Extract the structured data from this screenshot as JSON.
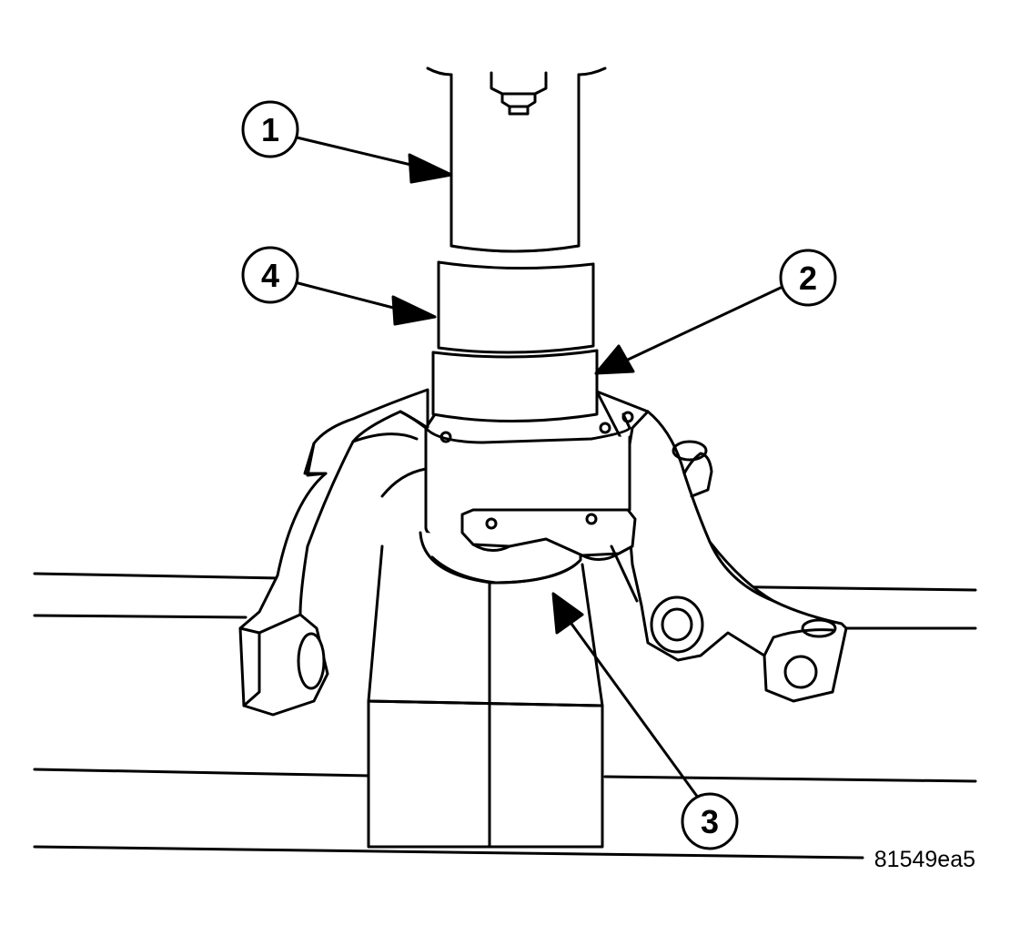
{
  "figure_id": "81549ea5",
  "callouts": [
    {
      "number": "1"
    },
    {
      "number": "2"
    },
    {
      "number": "3"
    },
    {
      "number": "4"
    }
  ],
  "colors": {
    "line": "#000000",
    "background": "#ffffff"
  }
}
